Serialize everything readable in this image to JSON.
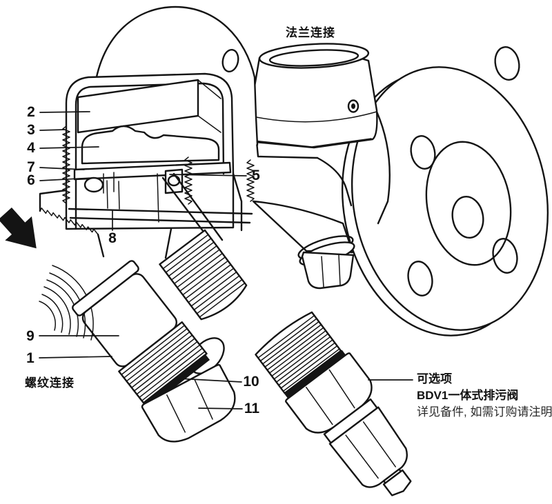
{
  "figure": {
    "type": "steam-trap-cutaway-diagram",
    "colors": {
      "ink": "#141414",
      "background": "#ffffff",
      "gasket": "#141414"
    },
    "icons": {
      "flow_arrow": "solid-black-flow-direction-arrow"
    },
    "labels": {
      "flange_connection": "法兰连接",
      "threaded_connection": "螺纹连接"
    },
    "optional_part": {
      "title": "可选项",
      "name": "BDV1一体式排污阀",
      "note": "详见备件, 如需订购请注明"
    },
    "callouts": {
      "c1": "1",
      "c2": "2",
      "c3": "3",
      "c4": "4",
      "c5": "5",
      "c6": "6",
      "c7": "7",
      "c8": "8",
      "c9": "9",
      "c10": "10",
      "c11": "11"
    }
  }
}
